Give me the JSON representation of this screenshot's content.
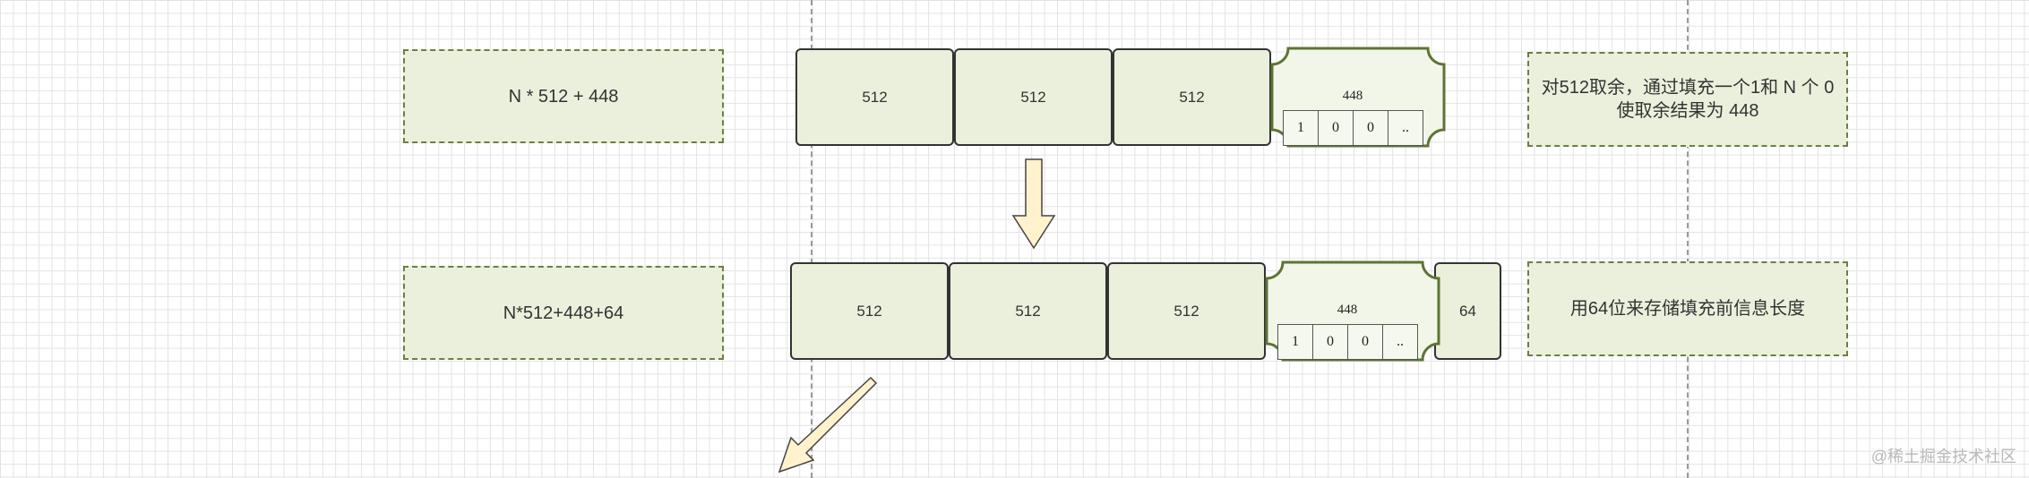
{
  "notes": {
    "row1_formula": "N * 512 + 448",
    "row1_desc": "对512取余，通过填充一个1和 N 个 0 使取余结果为 448",
    "row2_formula": "N*512+448+64",
    "row2_desc": "用64位来存储填充前信息长度"
  },
  "row1": {
    "blocks": [
      "512",
      "512",
      "512"
    ],
    "padding_label": "448",
    "padding_bits": [
      "1",
      "0",
      "0",
      ".."
    ]
  },
  "row2": {
    "blocks": [
      "512",
      "512",
      "512"
    ],
    "padding_label": "448",
    "padding_bits": [
      "1",
      "0",
      "0",
      ".."
    ],
    "length_block": "64"
  },
  "watermark": "@稀土掘金技术社区",
  "colors": {
    "fill": "#eaf0dc",
    "note_border": "#6b7f45",
    "arrow_fill": "#fff2cc"
  }
}
